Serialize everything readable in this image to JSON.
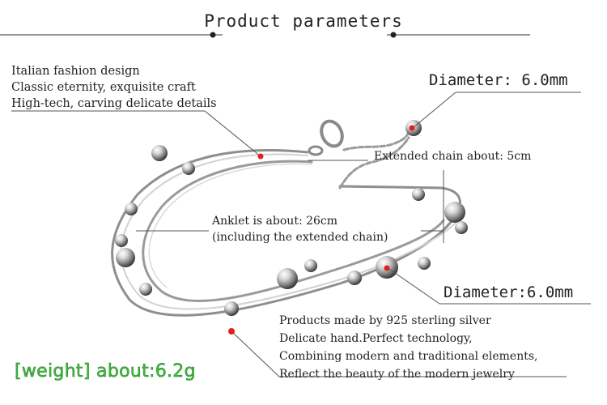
{
  "header": {
    "title": "Product parameters"
  },
  "features": [
    "Italian fashion design",
    "Classic eternity, exquisite craft",
    "High-tech, carving delicate details"
  ],
  "specs": {
    "diameter_top": "Diameter: 6.0mm",
    "extended_chain": "Extended chain about: 5cm",
    "length_line1": "Anklet is about: 26cm",
    "length_line2": "(including the extended chain)",
    "diameter_bottom": "Diameter:6.0mm"
  },
  "description": [
    "Products made by 925 sterling silver",
    "Delicate hand.Perfect technology,",
    "Combining modern and traditional elements,",
    "Reflect the beauty of the modern jewelry"
  ],
  "weight": "[weight] about:6.2g",
  "colors": {
    "accent_dot": "#e0201c",
    "weight_text": "#3fbf3f",
    "silver": "#c8c8c8"
  }
}
